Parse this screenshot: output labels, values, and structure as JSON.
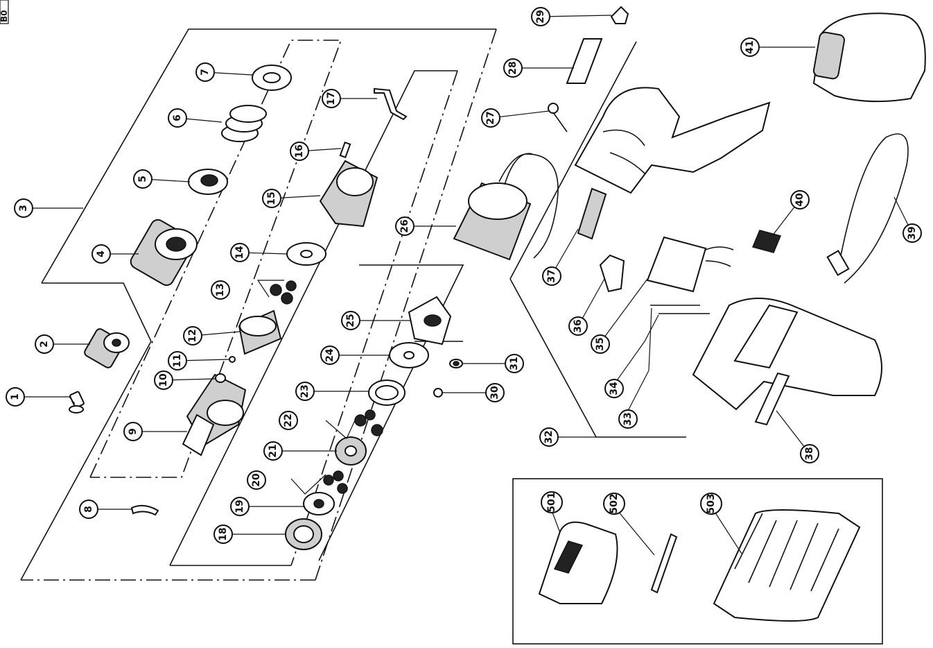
{
  "corner_label": "B0",
  "callouts": [
    {
      "id": "c1",
      "label": "1"
    },
    {
      "id": "c2",
      "label": "2"
    },
    {
      "id": "c3",
      "label": "3"
    },
    {
      "id": "c4",
      "label": "4"
    },
    {
      "id": "c5",
      "label": "5"
    },
    {
      "id": "c6",
      "label": "6"
    },
    {
      "id": "c7",
      "label": "7"
    },
    {
      "id": "c8",
      "label": "8"
    },
    {
      "id": "c9",
      "label": "9"
    },
    {
      "id": "c10",
      "label": "10"
    },
    {
      "id": "c11",
      "label": "11"
    },
    {
      "id": "c12",
      "label": "12"
    },
    {
      "id": "c13",
      "label": "13"
    },
    {
      "id": "c14",
      "label": "14"
    },
    {
      "id": "c15",
      "label": "15"
    },
    {
      "id": "c16",
      "label": "16"
    },
    {
      "id": "c17",
      "label": "17"
    },
    {
      "id": "c18",
      "label": "18"
    },
    {
      "id": "c19",
      "label": "19"
    },
    {
      "id": "c20",
      "label": "20"
    },
    {
      "id": "c21",
      "label": "21"
    },
    {
      "id": "c22",
      "label": "22"
    },
    {
      "id": "c23",
      "label": "23"
    },
    {
      "id": "c24",
      "label": "24"
    },
    {
      "id": "c25",
      "label": "25"
    },
    {
      "id": "c26",
      "label": "26"
    },
    {
      "id": "c27",
      "label": "27"
    },
    {
      "id": "c28",
      "label": "28"
    },
    {
      "id": "c29",
      "label": "29"
    },
    {
      "id": "c30",
      "label": "30"
    },
    {
      "id": "c31",
      "label": "31"
    },
    {
      "id": "c32",
      "label": "32"
    },
    {
      "id": "c33",
      "label": "33"
    },
    {
      "id": "c34",
      "label": "34"
    },
    {
      "id": "c35",
      "label": "35"
    },
    {
      "id": "c36",
      "label": "36"
    },
    {
      "id": "c37",
      "label": "37"
    },
    {
      "id": "c38",
      "label": "38"
    },
    {
      "id": "c39",
      "label": "39"
    },
    {
      "id": "c40",
      "label": "40"
    },
    {
      "id": "c41",
      "label": "41"
    },
    {
      "id": "c501",
      "label": "501"
    },
    {
      "id": "c502",
      "label": "502"
    },
    {
      "id": "c503",
      "label": "503"
    }
  ]
}
